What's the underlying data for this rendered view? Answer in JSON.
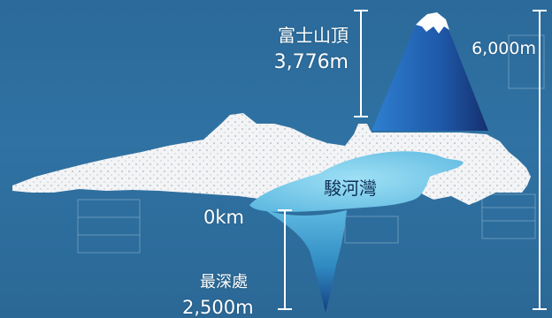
{
  "diagram": {
    "summit_name": "富士山頂",
    "summit_height": "3,776m",
    "scale_top": "6,000m",
    "sea_level": "0km",
    "deepest_name": "最深處",
    "deepest_depth": "2,500m",
    "bay_name": "駿河灣"
  },
  "colors": {
    "sea": "#2f6f9f",
    "land": "#f4f5f6",
    "mountain_dark": "#15306e",
    "mountain_light": "#2f7fd0",
    "bay": "#78cbe9",
    "trench": "#2f90c9"
  }
}
